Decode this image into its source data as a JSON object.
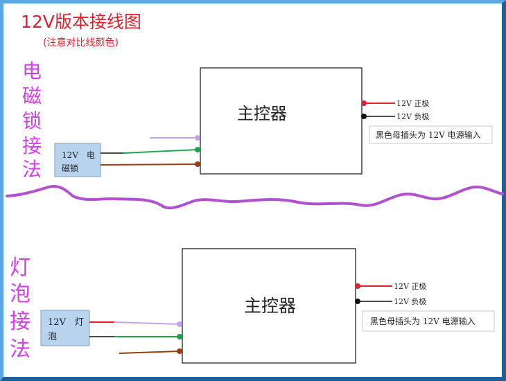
{
  "title": "12V版本接线图",
  "subtitle": "(注意对比线颜色)",
  "sections": {
    "lock": {
      "label_chars": [
        "电",
        "磁",
        "锁",
        "接",
        "法"
      ],
      "device_line1": "12V　电",
      "device_line2": "磁锁",
      "controller": "主控器",
      "pos_label": "12V 正极",
      "neg_label": "12V 负极",
      "note": "黑色母插头为 12V 电源输入"
    },
    "lamp": {
      "label_chars": [
        "灯",
        "泡",
        "接",
        "法"
      ],
      "device_line1": "12V　灯",
      "device_line2": "泡",
      "controller": "主控器",
      "pos_label": "12V 正极",
      "neg_label": "12V 负极",
      "note": "黑色母插头为 12V 电源输入"
    }
  },
  "colors": {
    "title": "#e0202a",
    "label": "#d23fe8",
    "divider": "#b34fd1",
    "device_box": "#b7d3ee",
    "wire_purple": "#c9a0ec",
    "wire_green": "#18a84a",
    "wire_brown": "#9a3c12",
    "wire_red": "#e0202a",
    "wire_black": "#111111"
  }
}
